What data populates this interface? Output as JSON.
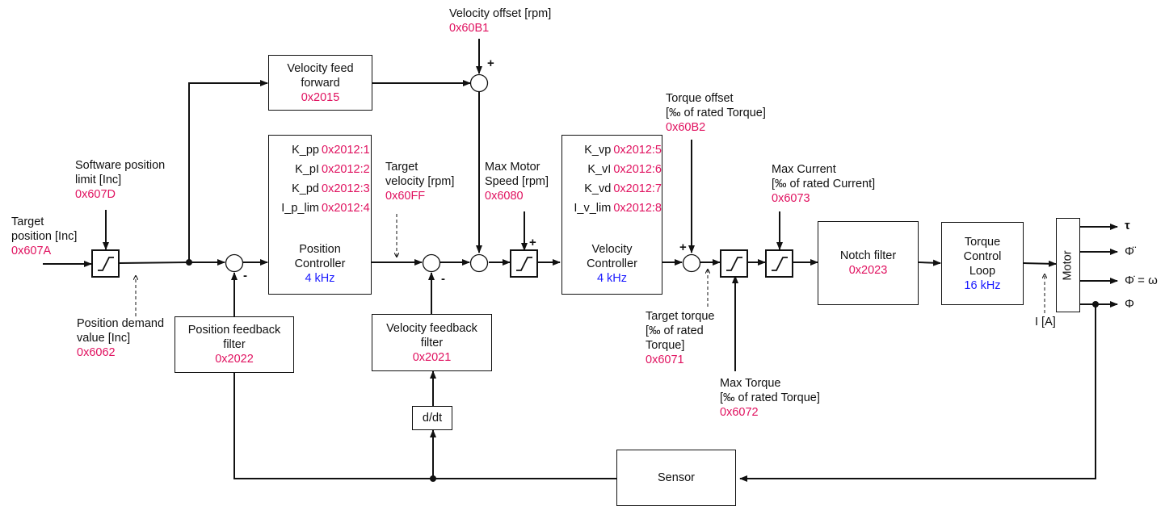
{
  "diagram": {
    "title_hidden": "Drive cascaded control loop",
    "inputs": {
      "target_position": {
        "lines": [
          "Target",
          "position [Inc]"
        ],
        "hex": "0x607A"
      },
      "software_position_limit": {
        "lines": [
          "Software position",
          "limit [Inc]"
        ],
        "hex": "0x607D"
      },
      "position_demand_value": {
        "lines": [
          "Position demand",
          "value [Inc]"
        ],
        "hex": "0x6062"
      },
      "velocity_offset": {
        "lines": [
          "Velocity offset [rpm]"
        ],
        "hex": "0x60B1"
      },
      "target_velocity": {
        "lines": [
          "Target",
          "velocity [rpm]"
        ],
        "hex": "0x60FF"
      },
      "max_motor_speed": {
        "lines": [
          "Max Motor",
          "Speed [rpm]"
        ],
        "hex": "0x6080"
      },
      "torque_offset": {
        "lines": [
          "Torque offset",
          "[‰ of rated Torque]"
        ],
        "hex": "0x60B2"
      },
      "target_torque": {
        "lines": [
          "Target torque",
          "[‰ of rated",
          "Torque]"
        ],
        "hex": "0x6071"
      },
      "max_torque": {
        "lines": [
          "Max Torque",
          "[‰ of rated Torque]"
        ],
        "hex": "0x6072"
      },
      "max_current": {
        "lines": [
          "Max Current",
          "[‰ of rated Current]"
        ],
        "hex": "0x6073"
      },
      "current_label": "I [A]"
    },
    "blocks": {
      "velocity_feed_forward": {
        "lines": [
          "Velocity feed",
          "forward"
        ],
        "hex": "0x2015"
      },
      "position_controller": {
        "params": [
          {
            "key": "K_pp",
            "hex": "0x2012:1"
          },
          {
            "key": "K_pI",
            "hex": "0x2012:2"
          },
          {
            "key": "K_pd",
            "hex": "0x2012:3"
          },
          {
            "key": "I_p_lim",
            "hex": "0x2012:4"
          }
        ],
        "lines": [
          "Position",
          "Controller"
        ],
        "freq": "4 kHz"
      },
      "velocity_controller": {
        "params": [
          {
            "key": "K_vp",
            "hex": "0x2012:5"
          },
          {
            "key": "K_vI",
            "hex": "0x2012:6"
          },
          {
            "key": "K_vd",
            "hex": "0x2012:7"
          },
          {
            "key": "I_v_lim",
            "hex": "0x2012:8"
          }
        ],
        "lines": [
          "Velocity",
          "Controller"
        ],
        "freq": "4 kHz"
      },
      "position_feedback_filter": {
        "lines": [
          "Position feedback",
          "filter"
        ],
        "hex": "0x2022"
      },
      "velocity_feedback_filter": {
        "lines": [
          "Velocity feedback",
          "filter"
        ],
        "hex": "0x2021"
      },
      "derivative": {
        "label": "d/dt"
      },
      "notch_filter": {
        "lines": [
          "Notch filter"
        ],
        "hex": "0x2023"
      },
      "torque_control_loop": {
        "lines": [
          "Torque",
          "Control",
          "Loop"
        ],
        "freq": "16 kHz"
      },
      "motor": {
        "label": "Motor"
      },
      "sensor": {
        "label": "Sensor"
      }
    },
    "outputs": {
      "torque": "τ",
      "acceleration": "Φ̈",
      "velocity": "Φ̇ = ω",
      "position": "Φ"
    },
    "signs": {
      "plus": "+",
      "minus": "-"
    },
    "colors": {
      "hex": "#e0115f",
      "freq": "#1a1aff",
      "line": "#111111"
    }
  }
}
